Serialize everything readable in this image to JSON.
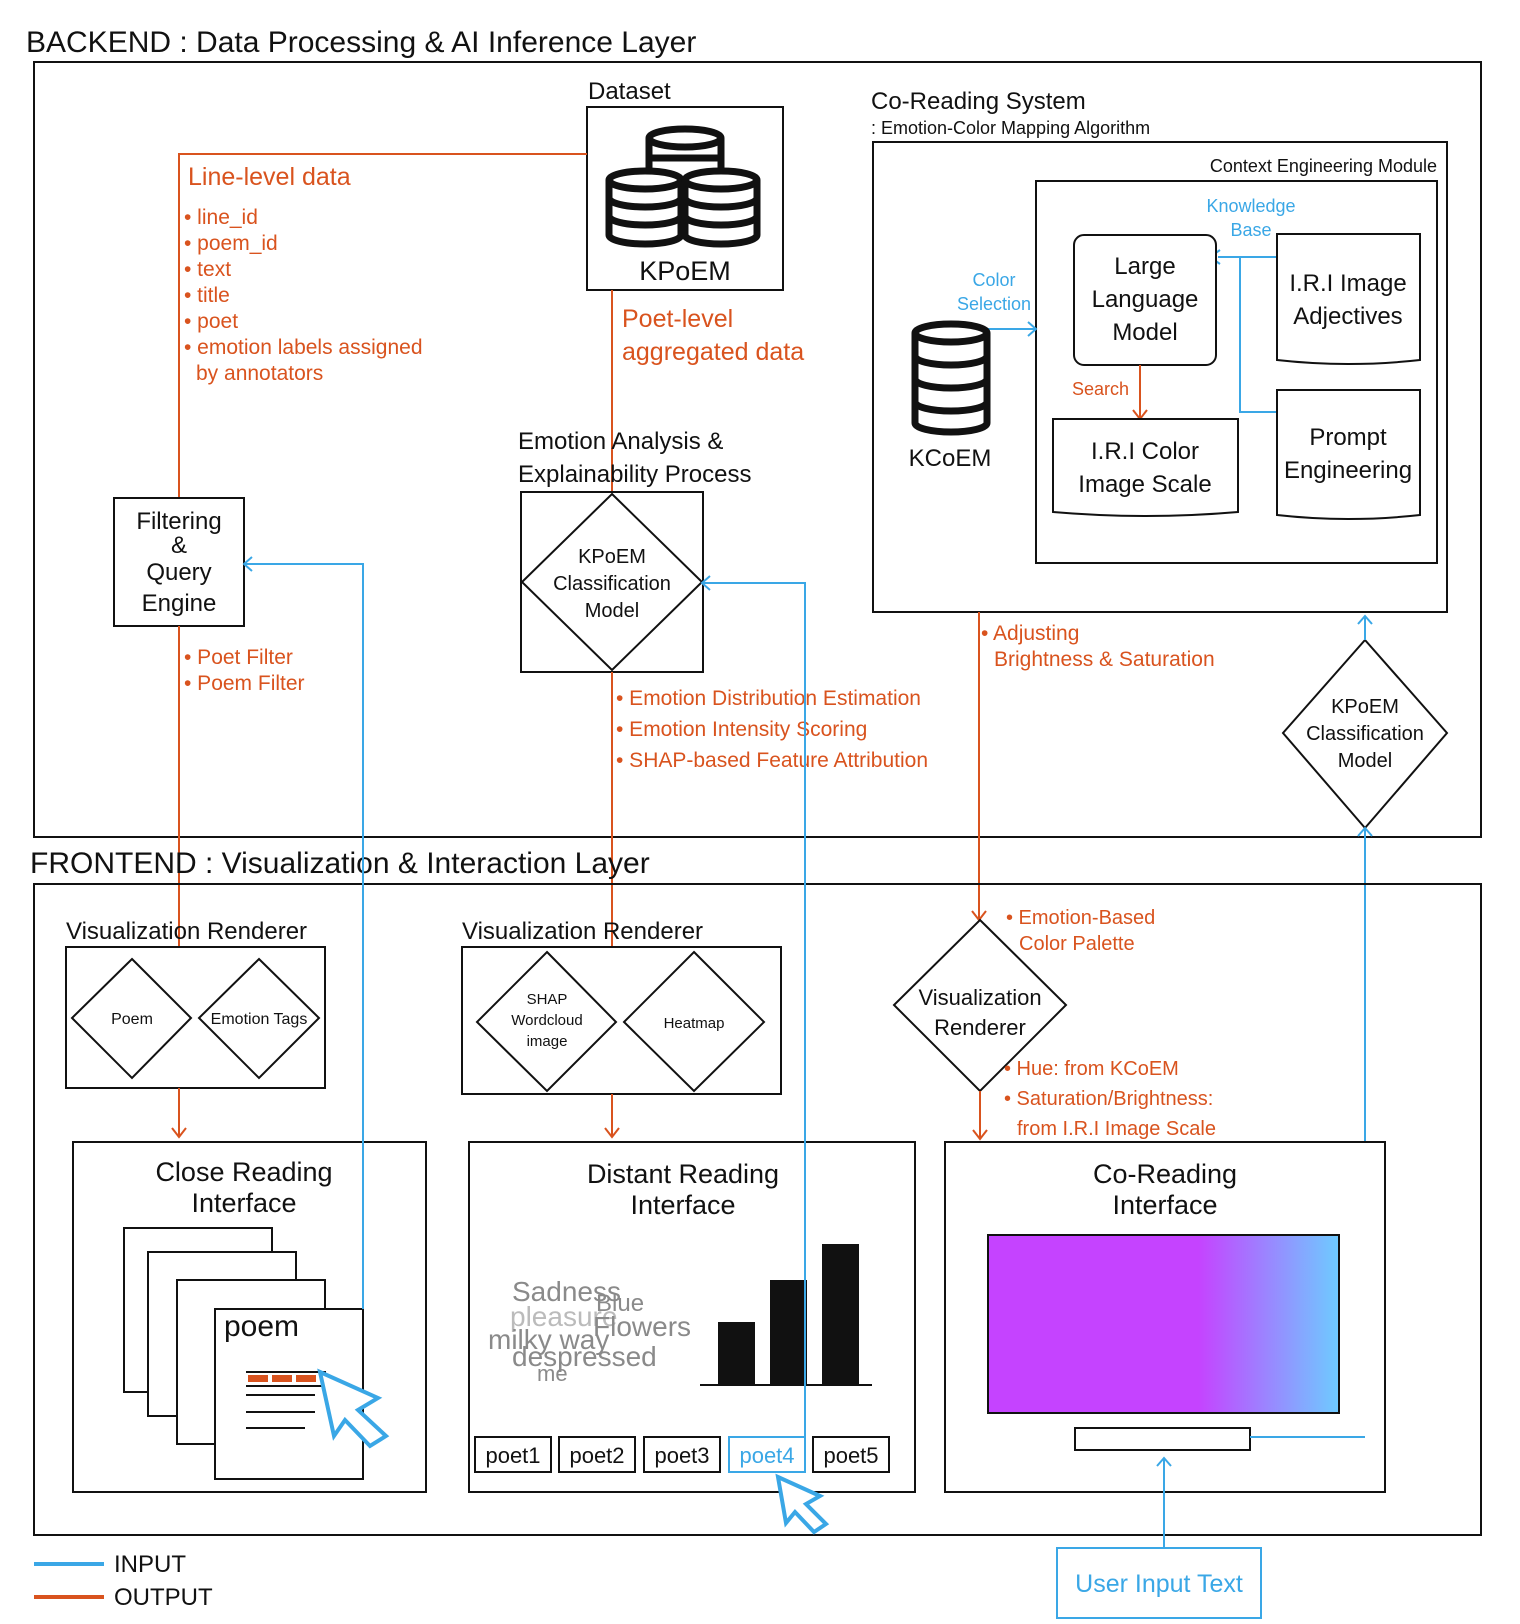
{
  "backend": {
    "title": "BACKEND : Data Processing & AI Inference Layer",
    "dataset": {
      "label": "Dataset",
      "name": "KPoEM"
    },
    "line_level": {
      "title": "Line-level data",
      "items": [
        "• line_id",
        "• poem_id",
        "• text",
        "• title",
        "• poet",
        "• emotion labels assigned",
        "by annotators"
      ]
    },
    "poet_level": [
      "Poet-level",
      "aggregated data"
    ],
    "filter_engine": [
      "Filtering",
      "&",
      "Query",
      "Engine"
    ],
    "filter_outputs": [
      "• Poet Filter",
      "• Poem Filter"
    ],
    "emotion_analysis": {
      "title": [
        "Emotion Analysis &",
        "Explainability Process"
      ],
      "model": [
        "KPoEM",
        "Classification",
        "Model"
      ],
      "outputs": [
        "• Emotion Distribution Estimation",
        "• Emotion Intensity Scoring",
        "• SHAP-based Feature Attribution"
      ]
    },
    "co_reading": {
      "title": "Co-Reading System",
      "subtitle": ": Emotion-Color Mapping Algorithm",
      "module": "Context Engineering Module",
      "kb": [
        "Knowledge",
        "Base"
      ],
      "color_selection": [
        "Color",
        "Selection"
      ],
      "kcoem": "KCoEM",
      "llm": [
        "Large",
        "Language",
        "Model"
      ],
      "iri_adj": [
        "I.R.I Image",
        "Adjectives"
      ],
      "search": "Search",
      "iri_scale": [
        "I.R.I Color",
        "Image Scale"
      ],
      "prompt": [
        "Prompt",
        "Engineering"
      ],
      "adjust": [
        "• Adjusting",
        "Brightness & Saturation"
      ],
      "model2": [
        "KPoEM",
        "Classification",
        "Model"
      ]
    }
  },
  "frontend": {
    "title": "FRONTEND : Visualization & Interaction Layer",
    "renderer1": {
      "label": "Visualization Renderer",
      "d1": "Poem",
      "d2": "Emotion Tags"
    },
    "renderer2": {
      "label": "Visualization Renderer",
      "d1": [
        "SHAP",
        "Wordcloud",
        "image"
      ],
      "d2": "Heatmap"
    },
    "renderer3": {
      "label": [
        "Visualization",
        "Renderer"
      ],
      "palette": [
        "• Emotion-Based",
        "Color Palette"
      ],
      "hue": [
        "• Hue: from KCoEM",
        "• Saturation/Brightness:",
        "from I.R.I Image Scale"
      ]
    },
    "close": {
      "title": [
        "Close Reading",
        "Interface"
      ],
      "poem": "poem"
    },
    "distant": {
      "title": [
        "Distant Reading",
        "Interface"
      ],
      "words": [
        "Sadness",
        "Blue",
        "pleasure",
        "Flowers",
        "milky way",
        "despressed",
        "me"
      ],
      "poets": [
        "poet1",
        "poet2",
        "poet3",
        "poet4",
        "poet5"
      ]
    },
    "coreading_iface": {
      "title": [
        "Co-Reading",
        "Interface"
      ]
    },
    "user_input": "User Input Text"
  },
  "legend": {
    "input": "INPUT",
    "output": "OUTPUT",
    "input_color": "#3aa7e6",
    "output_color": "#d9531e"
  }
}
